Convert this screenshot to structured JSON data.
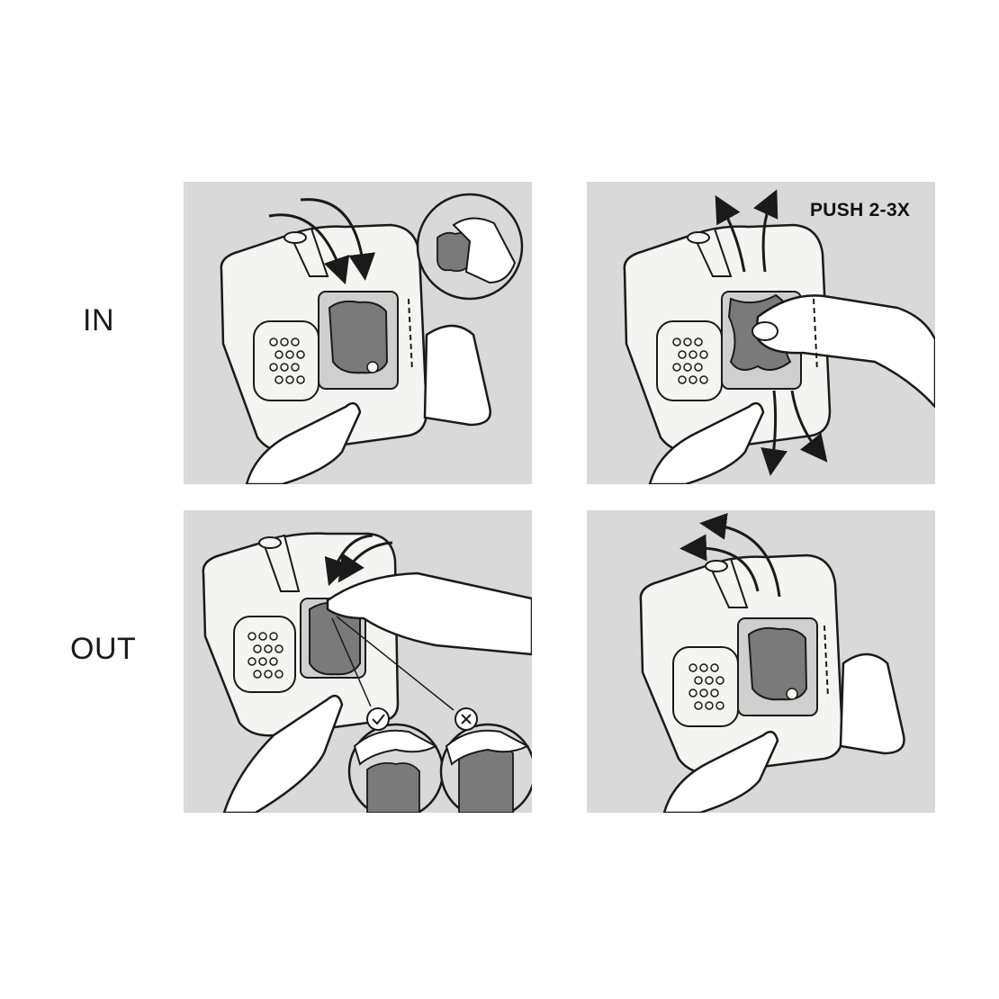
{
  "rows": [
    {
      "label": "IN"
    },
    {
      "label": "OUT"
    }
  ],
  "panels": [
    {
      "id": "in-step-1",
      "caption": "",
      "icons": [
        "curved-arrow-icon",
        "sponge-inset-icon"
      ]
    },
    {
      "id": "in-step-2",
      "caption": "PUSH 2-3X",
      "icons": [
        "curved-arrow-icon"
      ]
    },
    {
      "id": "out-step-1",
      "caption": "",
      "icons": [
        "check-icon",
        "cross-icon"
      ]
    },
    {
      "id": "out-step-2",
      "caption": "",
      "icons": [
        "curved-arrow-icon"
      ]
    }
  ],
  "colors": {
    "panel_bg": "#d9d9d9",
    "device_fill": "#f4f4f2",
    "sponge_fill": "#7a7a7a",
    "stroke": "#1a1a1a"
  }
}
